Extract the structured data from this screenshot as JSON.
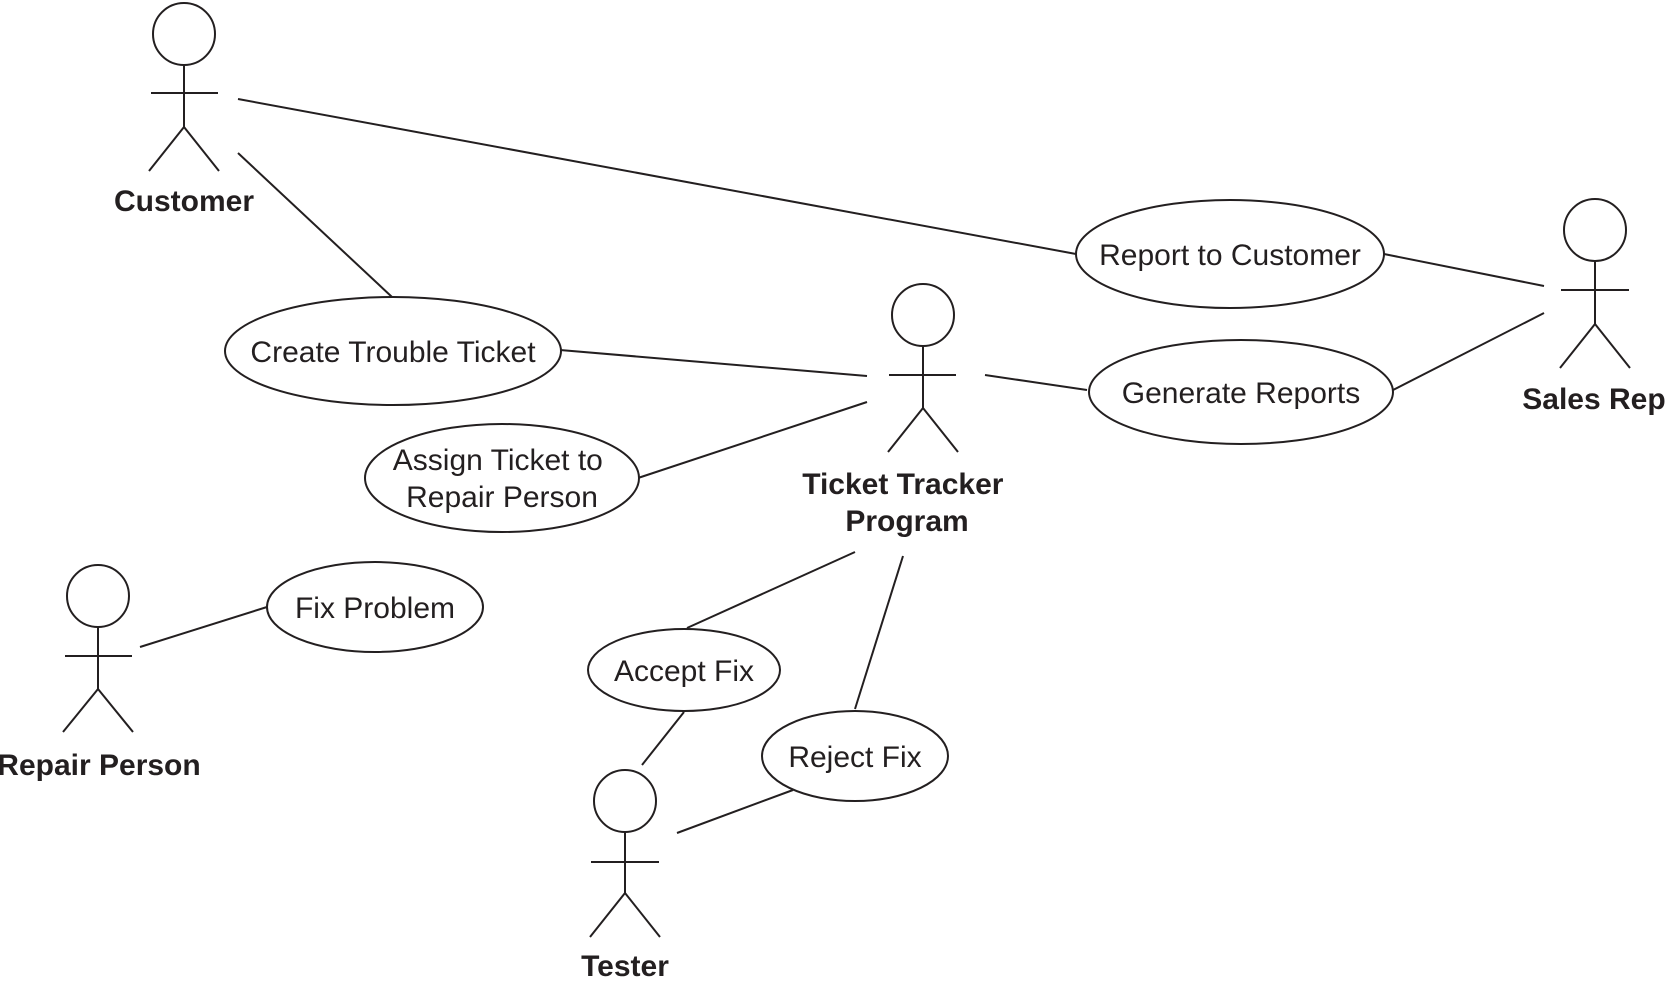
{
  "actors": {
    "customer": {
      "name": "Customer"
    },
    "ticket_tracker": {
      "name": [
        "Ticket Tracker",
        "Program"
      ]
    },
    "sales_rep": {
      "name": "Sales Rep"
    },
    "repair_person": {
      "name": "Repair Person"
    },
    "tester": {
      "name": "Tester"
    }
  },
  "use_cases": {
    "report_to_customer": {
      "label": [
        "Report to Customer"
      ]
    },
    "create_trouble_ticket": {
      "label": [
        "Create Trouble Ticket"
      ]
    },
    "generate_reports": {
      "label": [
        "Generate Reports"
      ]
    },
    "assign_ticket": {
      "label": [
        "Assign Ticket to",
        "Repair Person"
      ]
    },
    "fix_problem": {
      "label": [
        "Fix Problem"
      ]
    },
    "accept_fix": {
      "label": [
        "Accept Fix"
      ]
    },
    "reject_fix": {
      "label": [
        "Reject Fix"
      ]
    }
  },
  "colors": {
    "line": "#231f20",
    "background": "#ffffff"
  }
}
